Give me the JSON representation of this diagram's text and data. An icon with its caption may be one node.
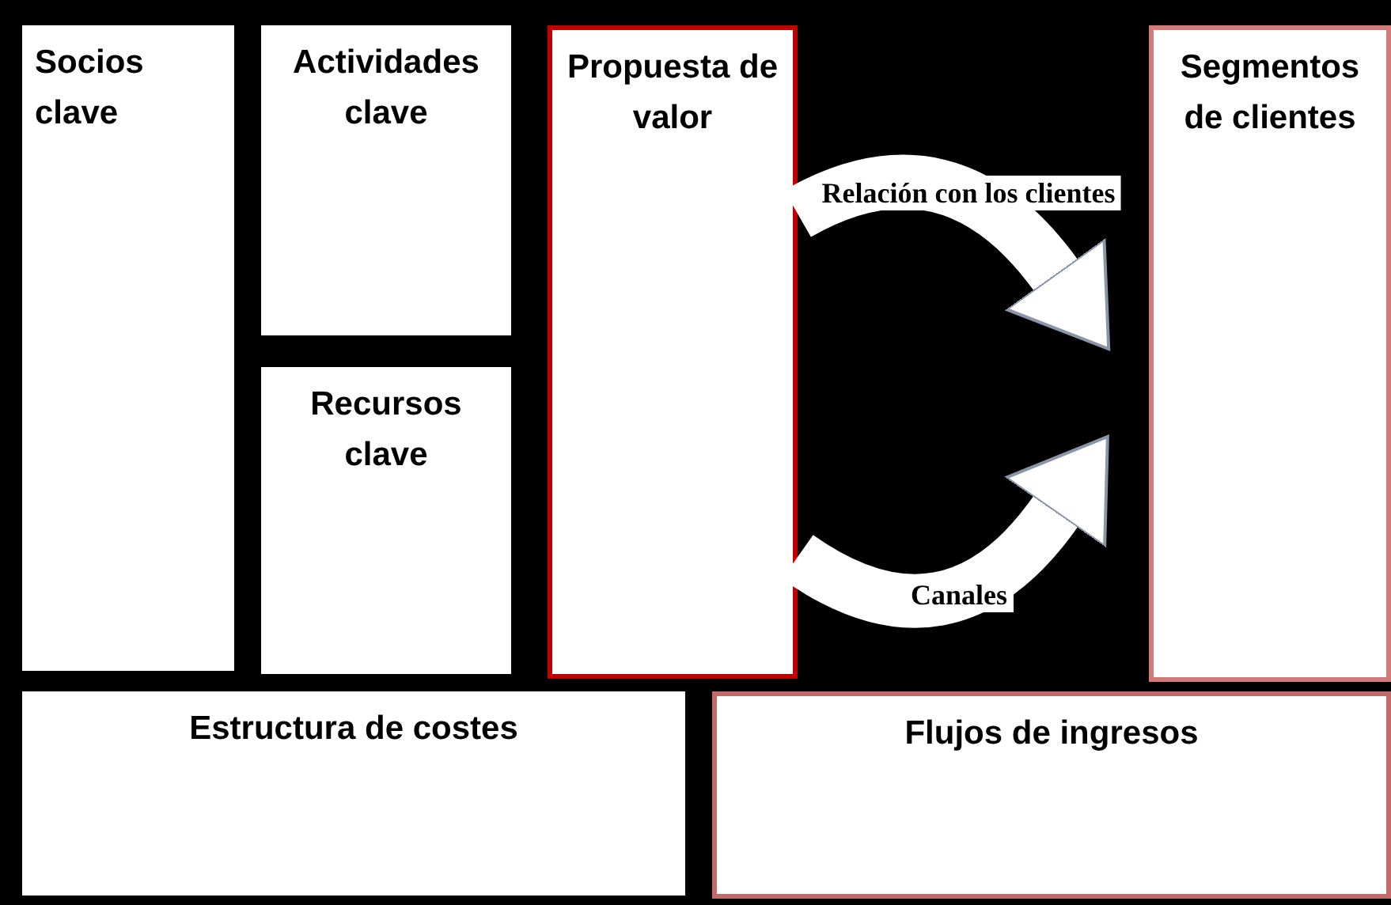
{
  "diagram": {
    "nodes": [
      {
        "text": [
          "Socios clave"
        ]
      },
      {
        "text": [
          "Actividades clave"
        ]
      },
      {
        "text": [
          "Recursos clave"
        ]
      },
      {
        "text": [
          "Propuesta de valor"
        ]
      },
      {
        "text": [
          "Segmentos de clientes"
        ]
      },
      {
        "text": [
          "Estructura de costes"
        ]
      },
      {
        "text": [
          "Flujos de ingresos"
        ]
      }
    ],
    "edges": [
      {
        "from": 3,
        "to": 4,
        "arrow": "to",
        "label": "Relación con los clientes"
      },
      {
        "from": 3,
        "to": 4,
        "arrow": "to",
        "label": "Canales"
      }
    ]
  }
}
